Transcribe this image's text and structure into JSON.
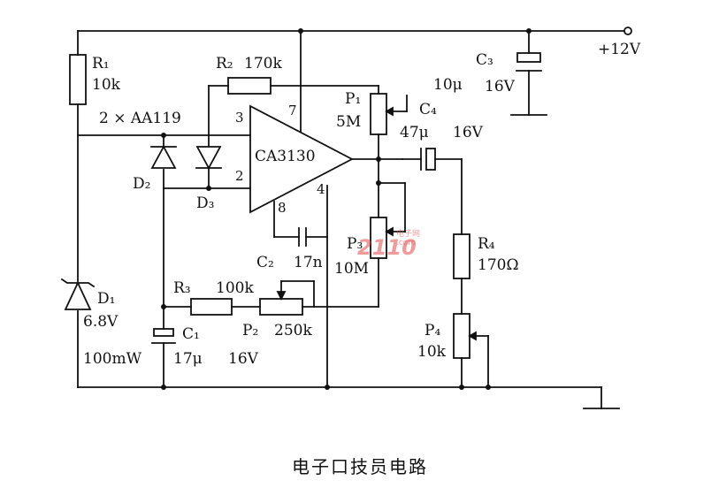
{
  "title": "电子口技员电路",
  "supply": {
    "label": "+12V"
  },
  "opamp": {
    "part": "CA3130",
    "pins": {
      "noninv": "3",
      "inv": "2",
      "vplus": "7",
      "gnd": "4",
      "comp": "8"
    }
  },
  "components": {
    "r1": {
      "ref": "R₁",
      "value": "10k"
    },
    "r2": {
      "ref": "R₂",
      "value": "170k"
    },
    "r3": {
      "ref": "R₃",
      "value": "100k"
    },
    "r4": {
      "ref": "R₄",
      "value": "170Ω"
    },
    "p1": {
      "ref": "P₁",
      "value": "5M"
    },
    "p2": {
      "ref": "P₂",
      "value": "250k"
    },
    "p3": {
      "ref": "P₃",
      "value": "10M"
    },
    "p4": {
      "ref": "P₄",
      "value": "10k"
    },
    "c1": {
      "ref": "C₁",
      "value": "17μ",
      "voltage": "16V"
    },
    "c2": {
      "ref": "C₂",
      "value": "17n"
    },
    "c3": {
      "ref": "C₃",
      "value": "10μ",
      "voltage": "16V"
    },
    "c4": {
      "ref": "C₄",
      "value": "47μ",
      "voltage": "16V"
    },
    "d1": {
      "ref": "D₁",
      "voltage": "6.8V",
      "power": "100mW"
    },
    "d2": {
      "ref": "D₂"
    },
    "d3": {
      "ref": "D₃"
    },
    "diodes_note": "2 × AA119"
  },
  "watermark": {
    "text": "2110",
    "sub1": "电子网",
    "sub2": ".com"
  }
}
